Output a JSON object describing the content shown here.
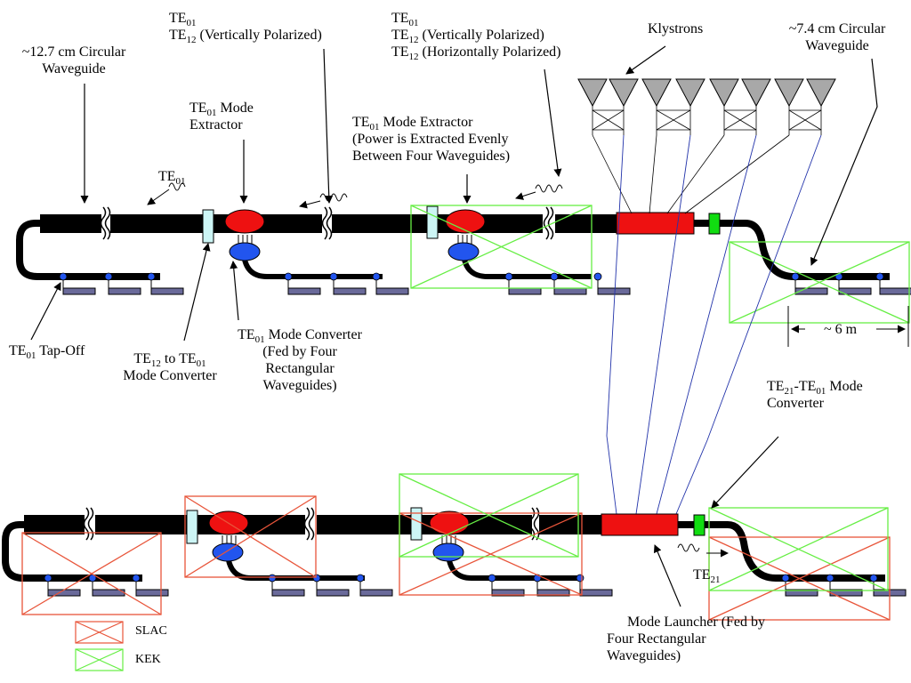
{
  "labels": {
    "circ_127": [
      "~12.7 cm Circular",
      "Waveguide"
    ],
    "te01_te12_top": {
      "l1": "TE",
      "l1s": "01",
      "l2": "TE",
      "l2s": "12",
      "l2r": " (Vertically Polarized)"
    },
    "te01_te12_te12": {
      "l1": "TE",
      "l1s": "01",
      "l2": "TE",
      "l2s": "12",
      "l2r": " (Vertically Polarized)",
      "l3": "TE",
      "l3s": "12",
      "l3r": " (Horizontally Polarized)"
    },
    "klystrons": "Klystrons",
    "circ_74": [
      "~7.4 cm Circular",
      "Waveguide"
    ],
    "te01_extractor_1": {
      "a": "TE",
      "s": "01",
      "b": " Mode",
      "l2": "Extractor"
    },
    "te01_wave_label": {
      "a": "TE",
      "s": "01"
    },
    "te01_extractor_2": {
      "a": "TE",
      "s": "01",
      "b": " Mode Extractor",
      "l2": "(Power is Extracted Evenly",
      "l3": "Between Four Waveguides)"
    },
    "te01_tapoff": {
      "a": "TE",
      "s": "01",
      "b": " Tap-Off"
    },
    "te12_te01_converter": {
      "a": "TE",
      "s": "12",
      "b": " to TE",
      "s2": "01",
      "l2": "Mode Converter"
    },
    "te01_mode_converter": {
      "a": "TE",
      "s": "01",
      "b": " Mode Converter",
      "l2": "(Fed by Four",
      "l3": "Rectangular",
      "l4": "Waveguides)"
    },
    "six_m": "~ 6 m",
    "te21_te01_converter": {
      "a": "TE",
      "s": "21",
      "b": "-TE",
      "s2": "01",
      "c": " Mode",
      "l2": "Converter"
    },
    "te21_wave_label": {
      "a": "TE",
      "s": "21"
    },
    "mode_launcher": [
      "Mode Launcher (Fed by",
      "Four Rectangular",
      "Waveguides)"
    ]
  },
  "legend": [
    {
      "label": "SLAC",
      "color": "#e8553a"
    },
    {
      "label": "KEK",
      "color": "#66ee44"
    }
  ],
  "colors": {
    "waveguide": "#000000",
    "mode_unit_red": "#ee1111",
    "mode_unit_blue": "#2255ee",
    "converter_cyan": "#ccf5f5",
    "launcher_red": "#ee1111",
    "converter_green": "#11dd11",
    "port_fill": "#6a6a9a",
    "feed_line": "#2233aa",
    "klystron_fill": "#a8a8a8"
  }
}
